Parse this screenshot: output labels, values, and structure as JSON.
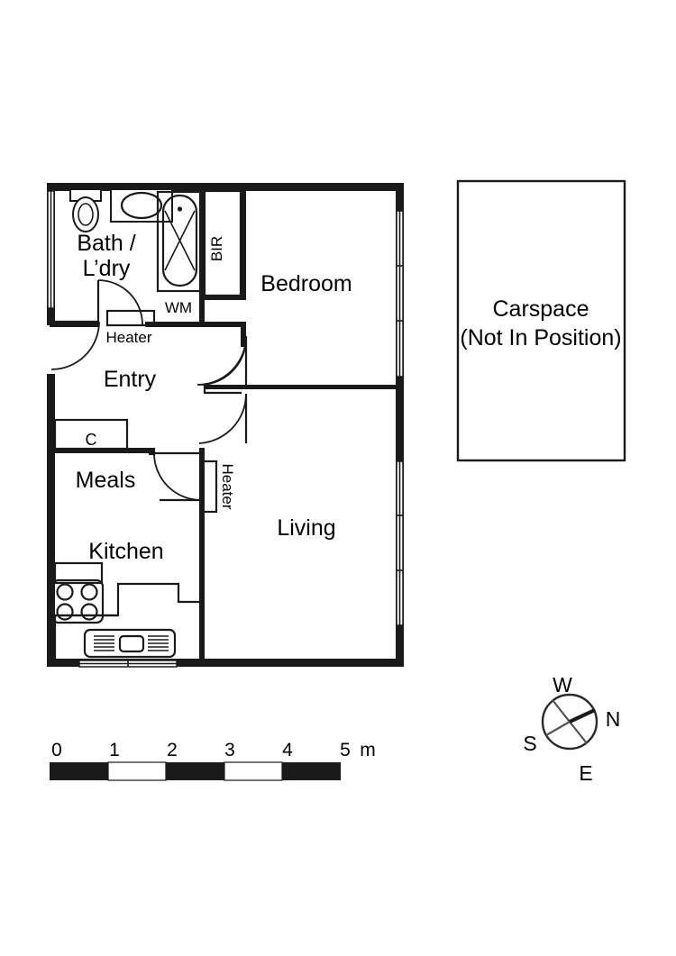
{
  "plan": {
    "rooms": [
      {
        "id": "bath",
        "label": "Bath /",
        "label2": "L’dry"
      },
      {
        "id": "bedroom",
        "label": "Bedroom"
      },
      {
        "id": "entry",
        "label": "Entry"
      },
      {
        "id": "meals",
        "label": "Meals"
      },
      {
        "id": "kitchen",
        "label": "Kitchen"
      },
      {
        "id": "living",
        "label": "Living"
      }
    ],
    "fixtures": [
      {
        "id": "bir",
        "label": "BIR"
      },
      {
        "id": "wm",
        "label": "WM"
      },
      {
        "id": "heater-1",
        "label": "Heater"
      },
      {
        "id": "heater-2",
        "label": "Heater"
      },
      {
        "id": "cupboard",
        "label": "C"
      }
    ],
    "carspace": {
      "line1": "Carspace",
      "line2": "(Not In Position)"
    }
  },
  "scale_bar": {
    "ticks": [
      "0",
      "1",
      "2",
      "3",
      "4",
      "5"
    ],
    "unit": "m"
  },
  "compass": {
    "top": "W",
    "right": "N",
    "bottom": "E",
    "left": "S"
  },
  "colors": {
    "ink": "#1a1a1a",
    "paper": "#ffffff"
  }
}
